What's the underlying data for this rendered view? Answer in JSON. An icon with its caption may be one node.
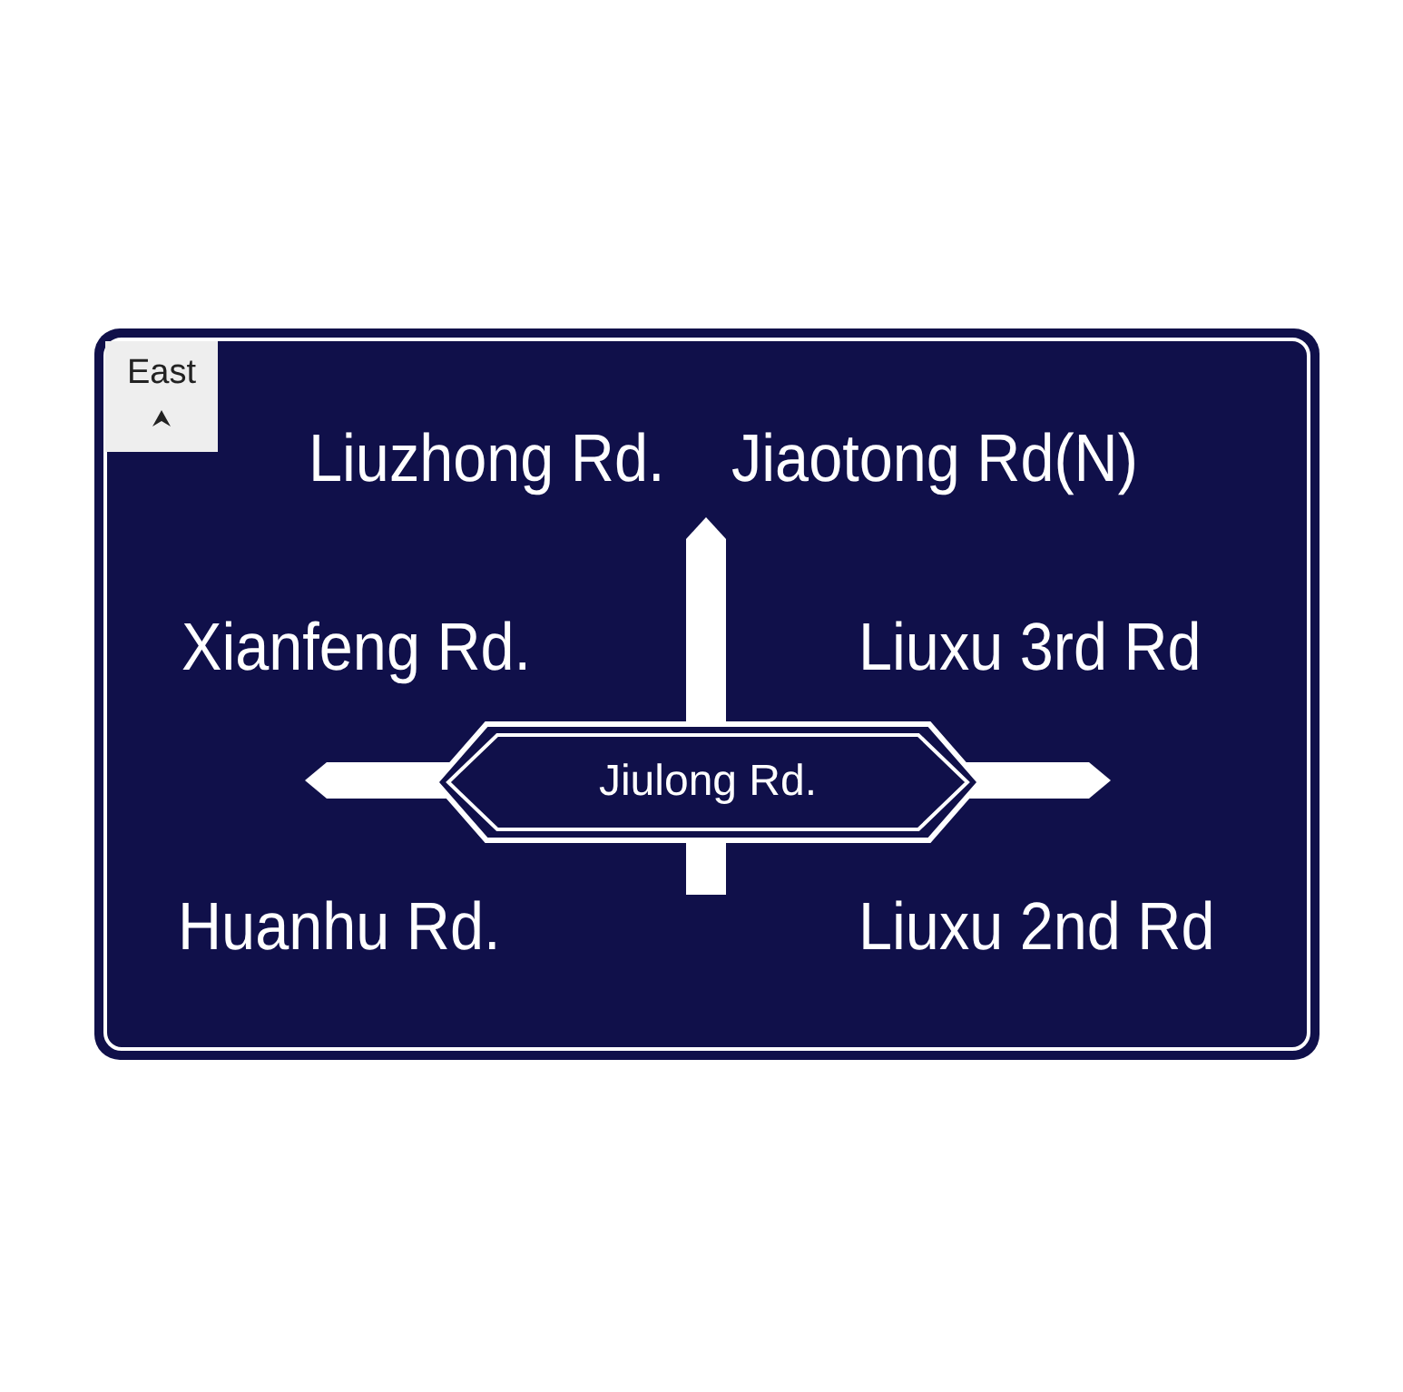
{
  "diagram": {
    "nodes": [
      {
        "text": [
          "East"
        ]
      },
      {
        "text": [
          "Jiulong Rd."
        ]
      }
    ],
    "labels": [
      "Liuzhong Rd.",
      "Jiaotong Rd(N)",
      "Xianfeng Rd.",
      "Liuxu 3rd Rd",
      "Huanhu Rd.",
      "Liuxu 2nd Rd"
    ]
  }
}
